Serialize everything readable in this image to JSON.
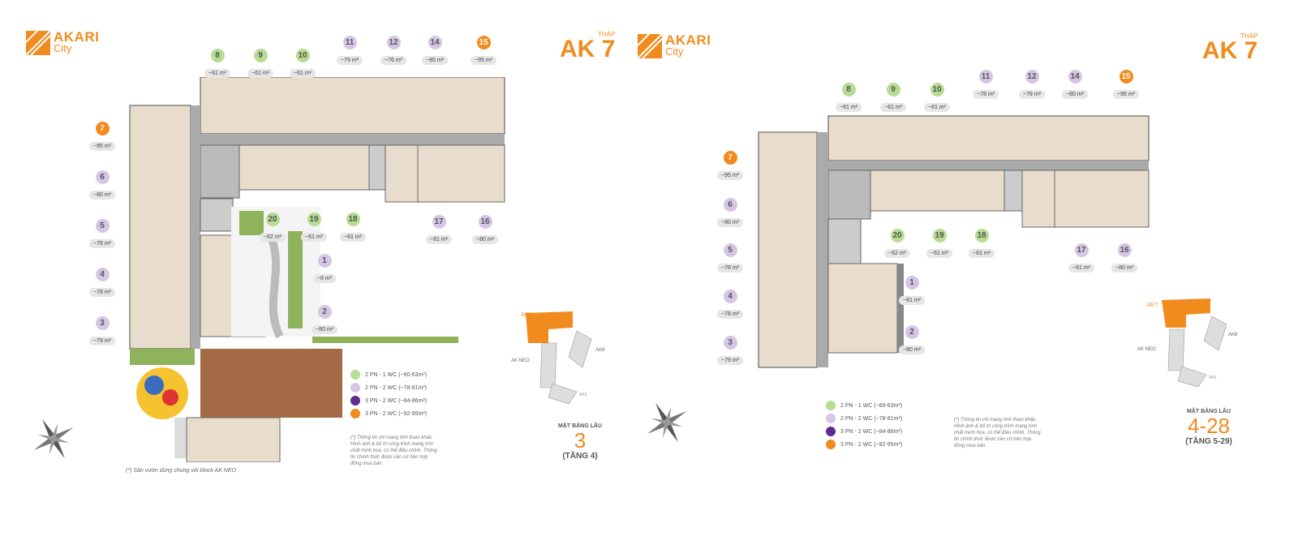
{
  "colors": {
    "green": "#b6dd93",
    "lilac": "#d6c6e6",
    "purple": "#5e2b91",
    "orange": "#f28b1e"
  },
  "left": {
    "logo": {
      "line1": "AKARI",
      "line2": "City"
    },
    "tower": {
      "small": "THÁP",
      "big": "AK 7"
    },
    "units": [
      {
        "num": "8",
        "area": "~61 m²",
        "color": "green"
      },
      {
        "num": "9",
        "area": "~61 m²",
        "color": "green"
      },
      {
        "num": "10",
        "area": "~61 m²",
        "color": "green"
      },
      {
        "num": "11",
        "area": "~79 m²",
        "color": "lilac"
      },
      {
        "num": "12",
        "area": "~76 m²",
        "color": "lilac"
      },
      {
        "num": "14",
        "area": "~80 m²",
        "color": "lilac"
      },
      {
        "num": "15",
        "area": "~95 m²",
        "color": "orange"
      },
      {
        "num": "7",
        "area": "~95 m²",
        "color": "orange"
      },
      {
        "num": "6",
        "area": "~80 m²",
        "color": "lilac"
      },
      {
        "num": "5",
        "area": "~78 m²",
        "color": "lilac"
      },
      {
        "num": "4",
        "area": "~78 m²",
        "color": "lilac"
      },
      {
        "num": "3",
        "area": "~79 m²",
        "color": "lilac"
      },
      {
        "num": "20",
        "area": "~62 m²",
        "color": "green"
      },
      {
        "num": "19",
        "area": "~61 m²",
        "color": "green"
      },
      {
        "num": "18",
        "area": "~61 m²",
        "color": "green"
      },
      {
        "num": "17",
        "area": "~81 m²",
        "color": "lilac"
      },
      {
        "num": "16",
        "area": "~80 m²",
        "color": "lilac"
      },
      {
        "num": "1",
        "area": "~8 m²",
        "color": "lilac"
      },
      {
        "num": "2",
        "area": "~80 m²",
        "color": "lilac"
      }
    ],
    "legend": [
      {
        "label": "2 PN - 1 WC (~60-63m²)",
        "color": "green"
      },
      {
        "label": "2 PN - 2 WC (~78-81m²)",
        "color": "lilac"
      },
      {
        "label": "3 PN - 2 WC (~84-86m²)",
        "color": "purple"
      },
      {
        "label": "3 PN - 2 WC (~92-95m²)",
        "color": "orange"
      }
    ],
    "note": "(*) Thông tin chỉ mang tính tham khảo. Hình ảnh & bố trí công trình mang tính chất minh họa, có thể điều chỉnh. Thông tin chính thức được căn cứ trên hợp đồng mua bán.",
    "footnote": "(*) Sân vườn dùng chung với block AK NEO",
    "keymap": {
      "tag": "AK7",
      "neo": "AK NEO",
      "ak8": "AK8",
      "ak6": "AK6"
    },
    "floor": {
      "title": "MẶT BẰNG LẦU",
      "number": "3",
      "sub": "(TẦNG 4)"
    }
  },
  "right": {
    "logo": {
      "line1": "AKARI",
      "line2": "City"
    },
    "tower": {
      "small": "THÁP",
      "big": "AK 7"
    },
    "units": [
      {
        "num": "8",
        "area": "~61 m²",
        "color": "green"
      },
      {
        "num": "9",
        "area": "~61 m²",
        "color": "green"
      },
      {
        "num": "10",
        "area": "~61 m²",
        "color": "green"
      },
      {
        "num": "11",
        "area": "~78 m²",
        "color": "lilac"
      },
      {
        "num": "12",
        "area": "~78 m²",
        "color": "lilac"
      },
      {
        "num": "14",
        "area": "~80 m²",
        "color": "lilac"
      },
      {
        "num": "15",
        "area": "~95 m²",
        "color": "orange"
      },
      {
        "num": "7",
        "area": "~95 m²",
        "color": "orange"
      },
      {
        "num": "6",
        "area": "~80 m²",
        "color": "lilac"
      },
      {
        "num": "5",
        "area": "~78 m²",
        "color": "lilac"
      },
      {
        "num": "4",
        "area": "~78 m²",
        "color": "lilac"
      },
      {
        "num": "3",
        "area": "~79 m²",
        "color": "lilac"
      },
      {
        "num": "20",
        "area": "~62 m²",
        "color": "green"
      },
      {
        "num": "19",
        "area": "~61 m²",
        "color": "green"
      },
      {
        "num": "18",
        "area": "~61 m²",
        "color": "green"
      },
      {
        "num": "17",
        "area": "~81 m²",
        "color": "lilac"
      },
      {
        "num": "16",
        "area": "~80 m²",
        "color": "lilac"
      },
      {
        "num": "1",
        "area": "~81 m²",
        "color": "lilac"
      },
      {
        "num": "2",
        "area": "~80 m²",
        "color": "lilac"
      }
    ],
    "legend": [
      {
        "label": "2 PN - 1 WC (~60-63m²)",
        "color": "green"
      },
      {
        "label": "2 PN - 2 WC (~78-81m²)",
        "color": "lilac"
      },
      {
        "label": "3 PN - 2 WC (~84-86m²)",
        "color": "purple"
      },
      {
        "label": "3 PN - 2 WC (~92-95m²)",
        "color": "orange"
      }
    ],
    "note": "(*) Thông tin chỉ mang tính tham khảo. Hình ảnh & bố trí công trình mang tính chất minh họa, có thể điều chỉnh. Thông tin chính thức được căn cứ trên hợp đồng mua bán.",
    "keymap": {
      "tag": "AK7",
      "neo": "AK NEO",
      "ak8": "AK8",
      "ak6": "AK6"
    },
    "floor": {
      "title": "MẶT BẰNG LẦU",
      "number": "4-28",
      "sub": "(TẦNG 5-29)"
    }
  }
}
